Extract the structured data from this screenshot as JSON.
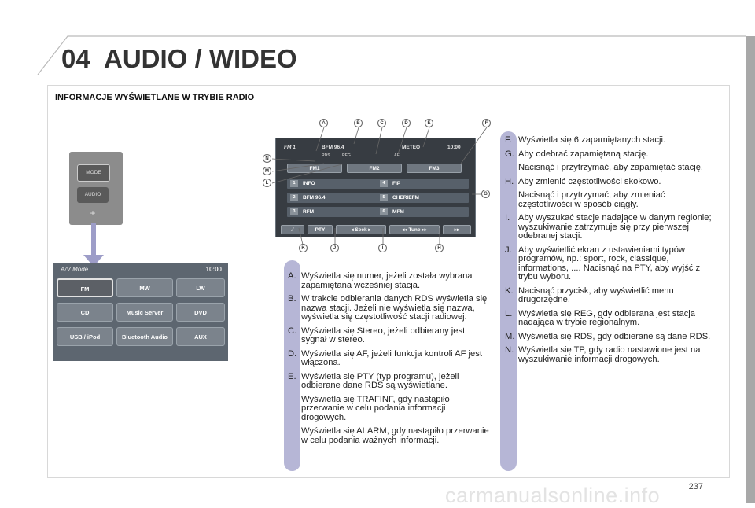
{
  "header": {
    "chapter": "04",
    "title": "AUDIO / WIDEO"
  },
  "section_title": "INFORMACJE WYŚWIETLANE W TRYBIE RADIO",
  "page_number": "237",
  "watermark": "carmanualsonline.info",
  "panel": {
    "mode": "MODE",
    "audio": "AUDIO",
    "plus": "+"
  },
  "menu": {
    "title": "A/V Mode",
    "clock": "10:00",
    "buttons": [
      "FM",
      "MW",
      "LW",
      "CD",
      "Music Server",
      "DVD",
      "USB / iPod",
      "Bluetooth Audio",
      "AUX"
    ]
  },
  "radio": {
    "band": "FM 1",
    "station": "BFM 96.4",
    "rds": "RDS",
    "reg": "REG",
    "af": "AF",
    "weather": "METEO",
    "clock": "10:00",
    "presets": [
      "FM1",
      "FM2",
      "FM3"
    ],
    "stations": [
      {
        "n": "1",
        "name": "INFO"
      },
      {
        "n": "4",
        "name": "FIP"
      },
      {
        "n": "2",
        "name": "BFM 96.4"
      },
      {
        "n": "5",
        "name": "CHERIEFM"
      },
      {
        "n": "3",
        "name": "RFM"
      },
      {
        "n": "6",
        "name": "MFM"
      }
    ],
    "bottom": [
      "PTY",
      "Seek",
      "Tune"
    ]
  },
  "callouts": [
    "A",
    "B",
    "C",
    "D",
    "E",
    "F",
    "N",
    "M",
    "L",
    "G",
    "K",
    "J",
    "I",
    "H"
  ],
  "left_list": [
    {
      "letter": "A.",
      "text": "Wyświetla się numer, jeżeli została wybrana zapamiętana wcześniej stacja."
    },
    {
      "letter": "B.",
      "text": "W trakcie odbierania danych RDS wyświetla się nazwa stacji. Jeżeli nie wyświetla się nazwa, wyświetla się częstotliwość stacji radiowej."
    },
    {
      "letter": "C.",
      "text": "Wyświetla się Stereo, jeżeli odbierany jest sygnał w stereo."
    },
    {
      "letter": "D.",
      "text": "Wyświetla się AF, jeżeli funkcja kontroli AF jest włączona."
    },
    {
      "letter": "E.",
      "text": "Wyświetla się PTY (typ programu), jeżeli odbierane dane RDS są wyświetlane."
    },
    {
      "letter": "",
      "text": "Wyświetla się TRAFINF, gdy nastąpiło przerwanie w celu podania informacji drogowych."
    },
    {
      "letter": "",
      "text": "Wyświetla się ALARM, gdy nastąpiło przerwanie w celu podania ważnych informacji."
    }
  ],
  "right_list": [
    {
      "letter": "F.",
      "text": "Wyświetla się 6 zapamiętanych stacji."
    },
    {
      "letter": "G.",
      "text": "Aby odebrać zapamiętaną stację."
    },
    {
      "letter": "",
      "text": "Nacisnąć i przytrzymać, aby zapamiętać stację."
    },
    {
      "letter": "H.",
      "text": "Aby zmienić częstotliwości skokowo."
    },
    {
      "letter": "",
      "text": "Nacisnąć i przytrzymać, aby zmieniać częstotliwości w sposób ciągły."
    },
    {
      "letter": "I.",
      "text": "Aby wyszukać stacje nadające w danym regionie; wyszukiwanie zatrzymuje się przy pierwszej odebranej stacji."
    },
    {
      "letter": "J.",
      "text": "Aby wyświetlić ekran z ustawieniami typów programów, np.: sport, rock, classique, informations, .... Nacisnąć na PTY, aby wyjść z trybu wyboru."
    },
    {
      "letter": "K.",
      "text": "Nacisnąć przycisk, aby wyświetlić menu drugorzędne."
    },
    {
      "letter": "L.",
      "text": "Wyświetla się REG, gdy odbierana jest stacja nadająca w trybie regionalnym."
    },
    {
      "letter": "M.",
      "text": "Wyświetla się RDS, gdy odbierane są dane RDS."
    },
    {
      "letter": "N.",
      "text": "Wyświetla się TP, gdy radio nastawione jest na wyszukiwanie informacji drogowych."
    }
  ]
}
